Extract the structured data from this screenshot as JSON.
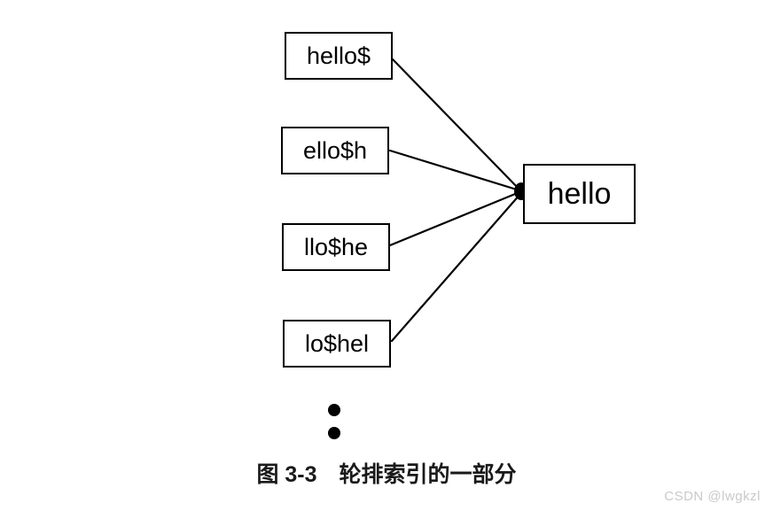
{
  "figure": {
    "background_color": "#ffffff",
    "line_color": "#000000",
    "caption": "图 3-3　轮排索引的一部分",
    "watermark": "CSDN @lwgkzl",
    "rotation_nodes": [
      {
        "label": "hello$"
      },
      {
        "label": "ello$h"
      },
      {
        "label": "llo$he"
      },
      {
        "label": "lo$hel"
      }
    ],
    "ellipsis": {
      "name": "vertical-ellipsis",
      "dot_count": 2
    },
    "term_node": {
      "label": "hello"
    },
    "edges": [
      {
        "from": "hello$",
        "to": "hello"
      },
      {
        "from": "ello$h",
        "to": "hello"
      },
      {
        "from": "llo$he",
        "to": "hello"
      },
      {
        "from": "lo$hel",
        "to": "hello"
      }
    ],
    "convergence_point": {
      "name": "edge-convergence-dot"
    }
  }
}
